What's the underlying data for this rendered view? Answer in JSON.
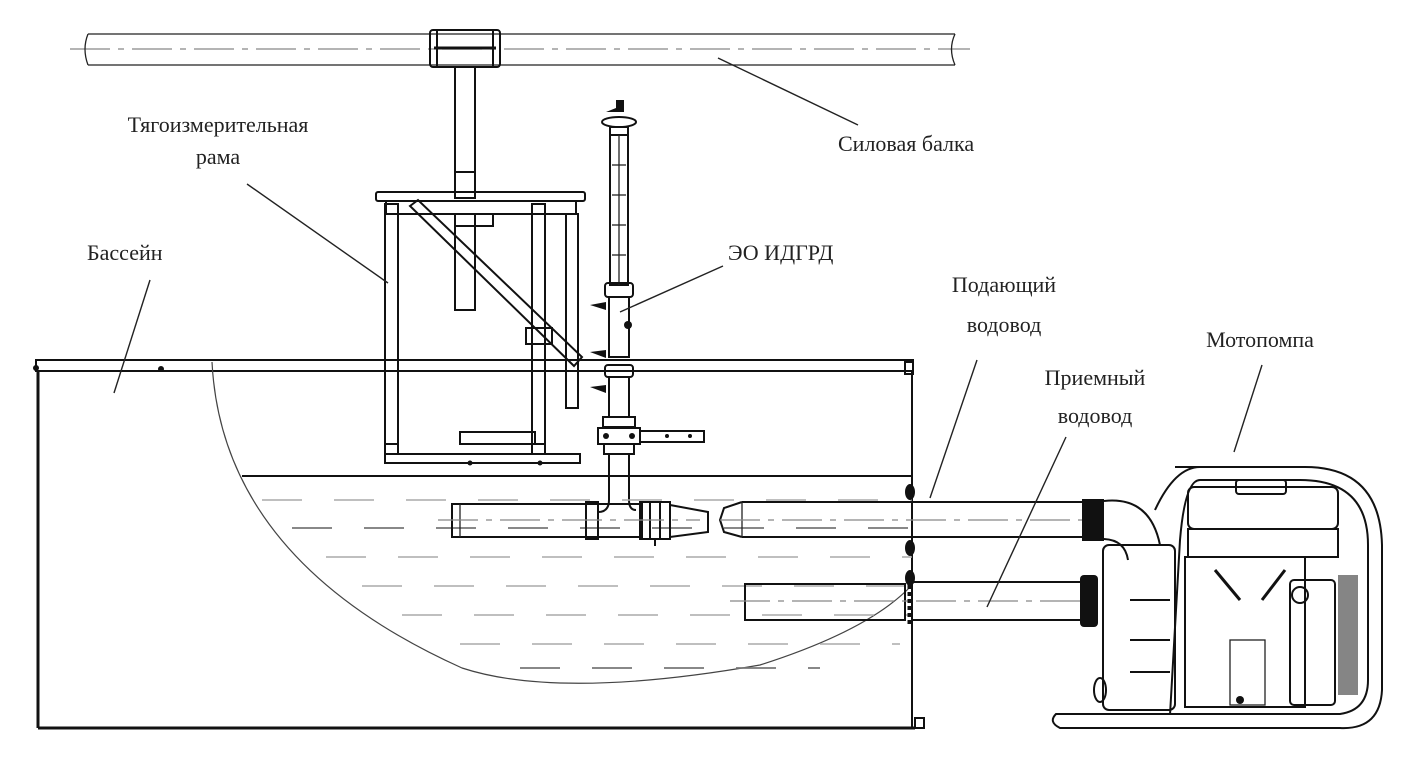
{
  "title": "Схема экспериментальной установки",
  "labels": {
    "power_beam": "Силовая балка",
    "thrust_frame_line1": "Тягоизмерительная",
    "thrust_frame_line2": "рама",
    "pool": "Бассейн",
    "device": "ЭО ИДГРД",
    "supply_line1": "Подающий",
    "supply_line2": "водовод",
    "intake_line1": "Приемный",
    "intake_line2": "водовод",
    "motor_pump": "Мотопомпа"
  },
  "colors": {
    "line": "#111111",
    "text": "#222222",
    "centerline": "#888888",
    "water_dash": "#aaaaaa"
  }
}
